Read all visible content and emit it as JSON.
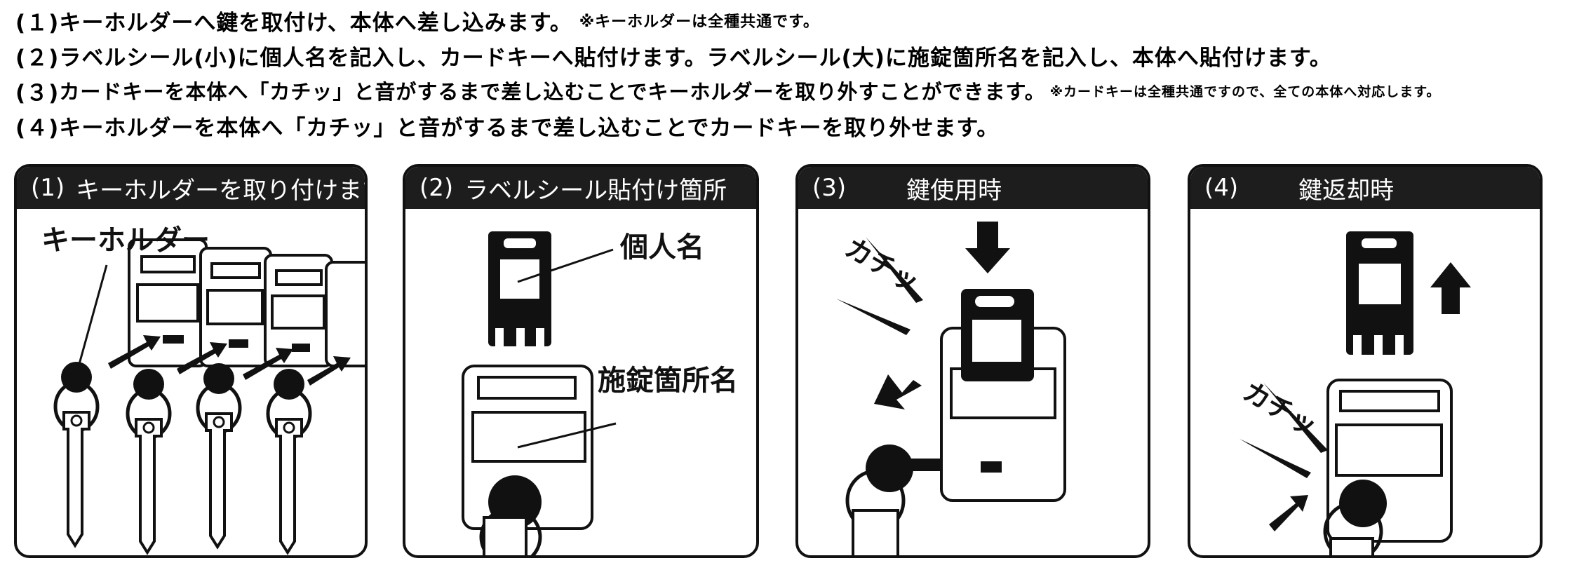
{
  "instructions": [
    {
      "num": "(１)",
      "text": "キーホルダーへ鍵を取付け、本体へ差し込みます。",
      "note": "※キーホルダーは全種共通です。"
    },
    {
      "num": "(２)",
      "text": "ラベルシール(小)に個人名を記入し、カードキーへ貼付けます。ラベルシール(大)に施錠箇所名を記入し、本体へ貼付けます。",
      "note": ""
    },
    {
      "num": "(３)",
      "text": "カードキーを本体へ「カチッ」と音がするまで差し込むことでキーホルダーを取り外すことができます。",
      "note": "※カードキーは全種共通ですので、全ての本体へ対応します。"
    },
    {
      "num": "(４)",
      "text": "キーホルダーを本体へ「カチッ」と音がするまで差し込むことでカードキーを取り外せます。",
      "note": ""
    }
  ],
  "panels": [
    {
      "step": "(1)",
      "title": "キーホルダーを取り付けます",
      "callouts": [
        "キーホルダー"
      ]
    },
    {
      "step": "(2)",
      "title": "ラベルシール貼付け箇所",
      "callouts": [
        "個人名",
        "施錠箇所名"
      ]
    },
    {
      "step": "(3)",
      "title": "鍵使用時",
      "callouts": [
        "カチッ"
      ]
    },
    {
      "step": "(4)",
      "title": "鍵返却時",
      "callouts": [
        "カチッ"
      ]
    }
  ]
}
